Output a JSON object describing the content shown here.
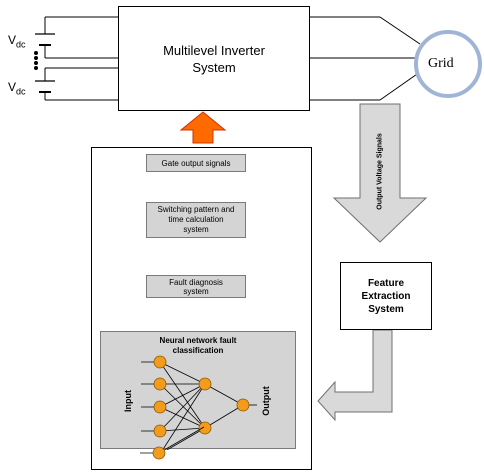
{
  "sources": {
    "top_label": "V",
    "top_sub": "dc",
    "bottom_label": "V",
    "bottom_sub": "dc"
  },
  "inverter": {
    "line1": "Multilevel Inverter",
    "line2": "System"
  },
  "grid": {
    "label": "Grid"
  },
  "signal_arrow": {
    "label": "Output Voltage Signals"
  },
  "feature": {
    "line1": "Feature",
    "line2": "Extraction",
    "line3": "System"
  },
  "controller": {
    "gate": "Gate output signals",
    "switching": {
      "line1": "Switching pattern and",
      "line2": "time calculation",
      "line3": "system"
    },
    "fault": {
      "line1": "Fault diagnosis",
      "line2": "system"
    }
  },
  "neural_net": {
    "title_line1": "Neural network fault",
    "title_line2": "classification",
    "input_label": "Input",
    "output_label": "Output"
  },
  "colors": {
    "arrow_orange": "#ff6a00",
    "node_orange": "#f29b1d",
    "panel_gray": "#d4d4d4",
    "grid_ring": "#9fb4d6"
  }
}
